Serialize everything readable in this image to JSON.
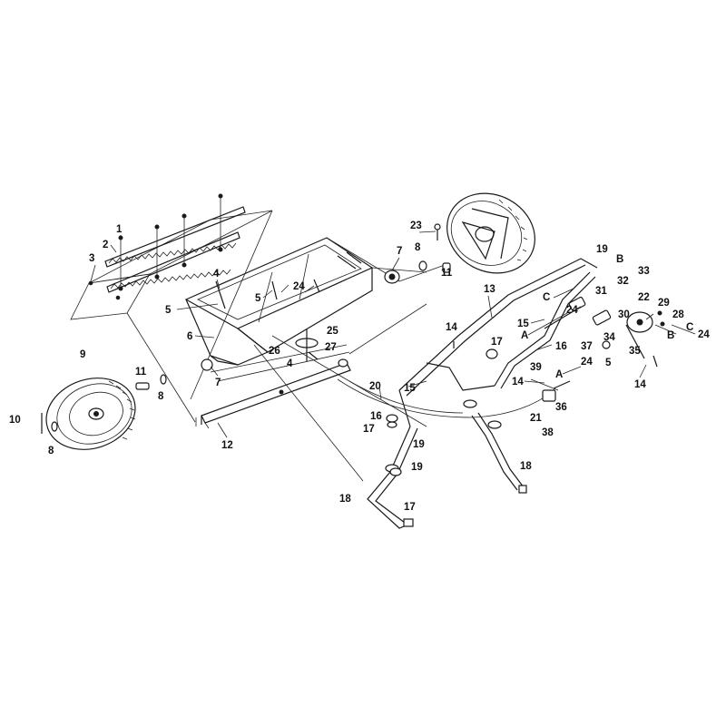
{
  "labels": {
    "p1": "1",
    "p2": "2",
    "p3": "3",
    "p4a": "4",
    "p4b": "4",
    "p5a": "5",
    "p5b": "5",
    "p5c": "5",
    "p6": "6",
    "p7a": "7",
    "p7b": "7",
    "p7c": "7",
    "p8a": "8",
    "p8b": "8",
    "p8c": "8",
    "p9": "9",
    "p10": "10",
    "p11a": "11",
    "p11b": "11",
    "p12": "12",
    "p13": "13",
    "p14a": "14",
    "p14b": "14",
    "p14c": "14",
    "p15a": "15",
    "p15b": "15",
    "p16a": "16",
    "p16b": "16",
    "p17a": "17",
    "p17b": "17",
    "p17c": "17",
    "p18a": "18",
    "p18b": "18",
    "p19a": "19",
    "p19b": "19",
    "p19c": "19",
    "p20": "20",
    "p21": "21",
    "p22": "22",
    "p23": "23",
    "p24a": "24",
    "p24b": "24",
    "p24c": "24",
    "p24d": "24",
    "p25": "25",
    "p26": "26",
    "p27": "27",
    "p28": "28",
    "p29": "29",
    "p30": "30",
    "p31": "31",
    "p32": "32",
    "p33": "33",
    "p34": "34",
    "p35": "35",
    "p36": "36",
    "p37": "37",
    "p38": "38",
    "p39": "39",
    "ltrA1": "A",
    "ltrA2": "A",
    "ltrB1": "B",
    "ltrB2": "B",
    "ltrC1": "C",
    "ltrC2": "C"
  }
}
